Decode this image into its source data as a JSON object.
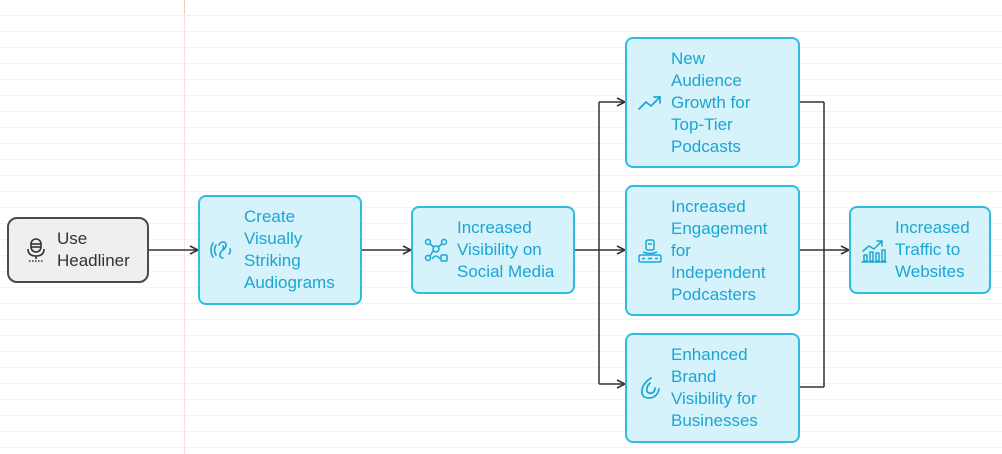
{
  "diagram": {
    "nodes": {
      "use_headliner": {
        "label": "Use\nHeadliner",
        "icon": "microphone-icon"
      },
      "create_audiograms": {
        "label": "Create\nVisually\nStriking\nAudiograms",
        "icon": "ear-sound-icon"
      },
      "social_visibility": {
        "label": "Increased\nVisibility on\nSocial Media",
        "icon": "network-people-icon"
      },
      "new_audience": {
        "label": "New\nAudience\nGrowth for\nTop-Tier\nPodcasts",
        "icon": "trend-up-icon"
      },
      "engagement": {
        "label": "Increased\nEngagement\nfor\nIndependent\nPodcasters",
        "icon": "podcaster-on-air-icon"
      },
      "brand_visibility": {
        "label": "Enhanced\nBrand\nVisibility for\nBusinesses",
        "icon": "swirl-brand-icon"
      },
      "traffic": {
        "label": "Increased\nTraffic to\nWebsites",
        "icon": "bar-chart-growth-icon"
      }
    },
    "colors": {
      "node_border": "#2ebde0",
      "node_fill": "#d6f2fa",
      "node_text": "#1aa6d4",
      "start_fill": "#efefef",
      "start_border": "#4a4a4a",
      "connector": "#333333"
    }
  }
}
